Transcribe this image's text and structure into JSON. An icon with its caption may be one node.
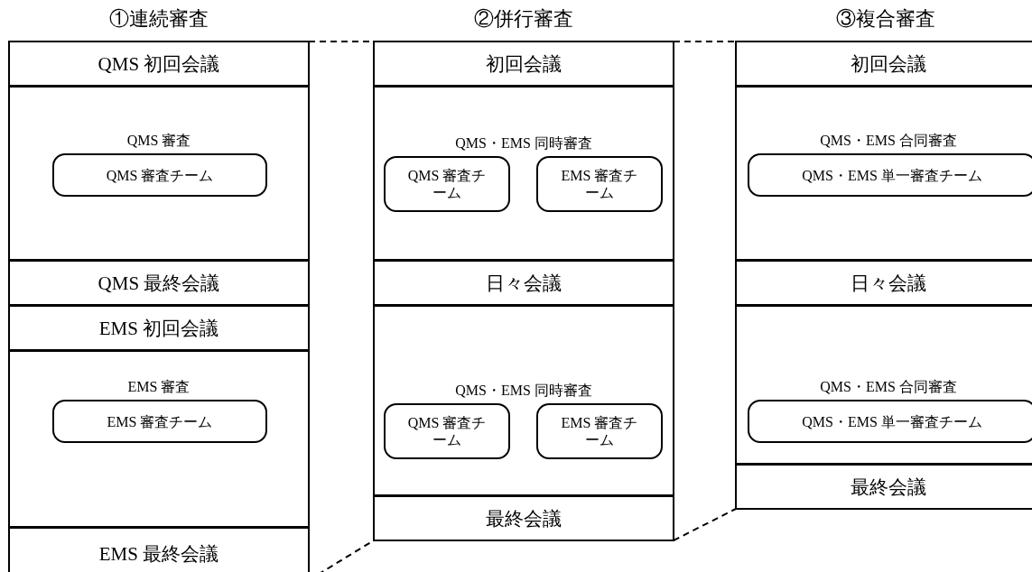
{
  "diagram": {
    "nodes": [
      {
        "text": [
          "QMS 初回会議"
        ]
      },
      {
        "text": [
          "QMS 審査"
        ]
      },
      {
        "text": [
          "QMS 審査チーム"
        ],
        "in": 1
      },
      {
        "text": [
          "QMS 最終会議"
        ]
      },
      {
        "text": [
          "EMS 初回会議"
        ]
      },
      {
        "text": [
          "EMS 審査"
        ]
      },
      {
        "text": [
          "EMS 審査チーム"
        ],
        "in": 5
      },
      {
        "text": [
          "EMS 最終会議"
        ]
      },
      {
        "text": [
          "初回会議"
        ]
      },
      {
        "text": [
          "QMS・EMS 同時審査"
        ]
      },
      {
        "text": [
          "QMS 審査チーム"
        ],
        "in": 9
      },
      {
        "text": [
          "EMS 審査チーム"
        ],
        "in": 9
      },
      {
        "text": [
          "日々会議"
        ]
      },
      {
        "text": [
          "QMS・EMS 同時審査"
        ]
      },
      {
        "text": [
          "QMS 審査チーム"
        ],
        "in": 13
      },
      {
        "text": [
          "EMS 審査チーム"
        ],
        "in": 13
      },
      {
        "text": [
          "最終会議"
        ]
      },
      {
        "text": [
          "初回会議"
        ]
      },
      {
        "text": [
          "QMS・EMS 合同審査"
        ]
      },
      {
        "text": [
          "QMS・EMS 単一審査チーム"
        ],
        "in": 18
      },
      {
        "text": [
          "日々会議"
        ]
      },
      {
        "text": [
          "QMS・EMS 合同審査"
        ]
      },
      {
        "text": [
          "QMS・EMS 単一審査チーム"
        ],
        "in": 21
      },
      {
        "text": [
          "最終会議"
        ]
      }
    ],
    "edges": [
      {
        "from": 0,
        "to": 8,
        "arrow": "none",
        "style": "dashed"
      },
      {
        "from": 7,
        "to": 16,
        "arrow": "none",
        "style": "dashed"
      },
      {
        "from": 8,
        "to": 17,
        "arrow": "none",
        "style": "dashed"
      },
      {
        "from": 16,
        "to": 23,
        "arrow": "none",
        "style": "dashed"
      }
    ],
    "labels": [
      "①連続審査",
      "②併行審査",
      "③複合審査"
    ]
  }
}
